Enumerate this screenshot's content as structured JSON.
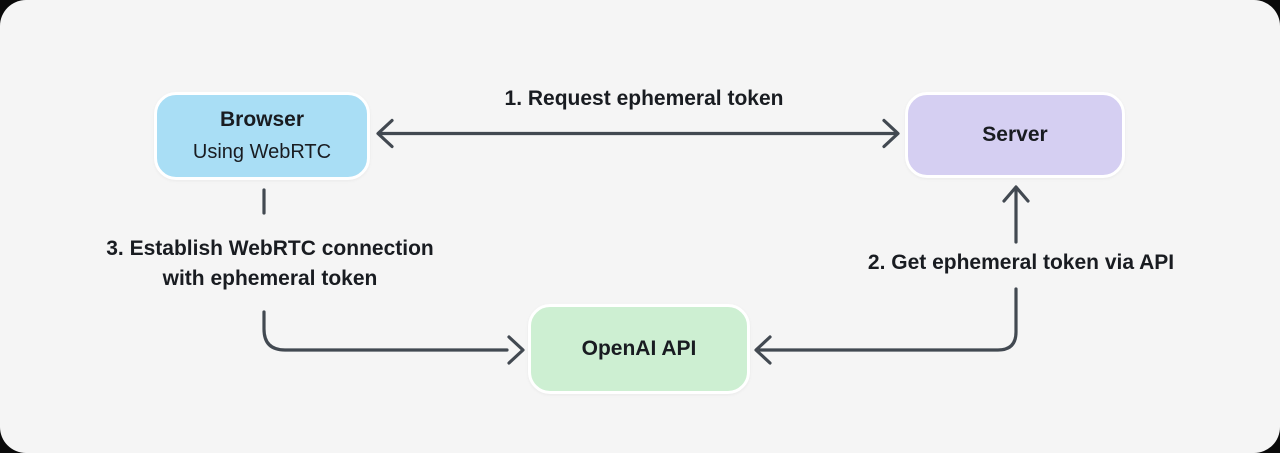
{
  "colors": {
    "canvas_bg": "#f5f5f5",
    "page_outside": "#0a0a0a",
    "arrow": "#424951",
    "text": "#191c21",
    "node_border": "#ffffff",
    "node_browser_bg": "#a9def5",
    "node_server_bg": "#d5cff2",
    "node_openai_bg": "#cdefd2"
  },
  "nodes": {
    "browser": {
      "title": "Browser",
      "subtitle": "Using WebRTC"
    },
    "server": {
      "title": "Server"
    },
    "openai": {
      "title": "OpenAI API"
    }
  },
  "edges": {
    "step1": {
      "label": "1. Request ephemeral token"
    },
    "step2": {
      "label": "2. Get ephemeral token via API"
    },
    "step3": {
      "label_line1": "3. Establish WebRTC connection",
      "label_line2": "with ephemeral token"
    }
  }
}
